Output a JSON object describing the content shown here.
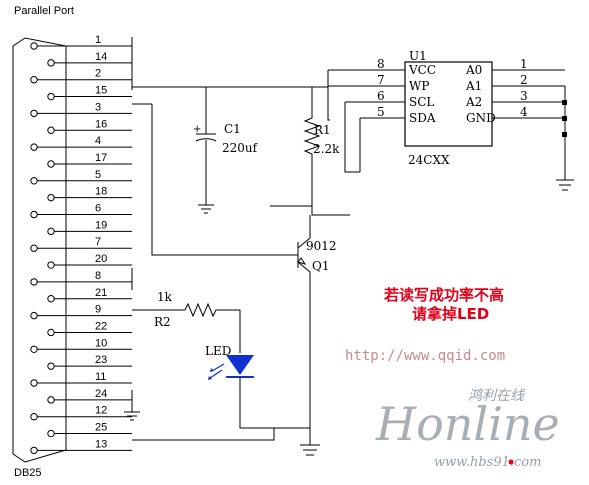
{
  "port": {
    "title": "Parallel Port",
    "connector": "DB25",
    "pins_left": [
      "1",
      "2",
      "3",
      "4",
      "5",
      "6",
      "7",
      "8",
      "9",
      "10",
      "11",
      "12",
      "13"
    ],
    "pins_right": [
      "14",
      "15",
      "16",
      "17",
      "18",
      "19",
      "20",
      "21",
      "22",
      "23",
      "24",
      "25"
    ]
  },
  "chip": {
    "ref": "U1",
    "part": "24CXX",
    "left_pins": [
      {
        "num": "8",
        "name": "VCC"
      },
      {
        "num": "7",
        "name": "WP"
      },
      {
        "num": "6",
        "name": "SCL"
      },
      {
        "num": "5",
        "name": "SDA"
      }
    ],
    "right_pins": [
      {
        "num": "1",
        "name": "A0"
      },
      {
        "num": "2",
        "name": "A1"
      },
      {
        "num": "3",
        "name": "A2"
      },
      {
        "num": "4",
        "name": "GND"
      }
    ]
  },
  "parts": {
    "c1_ref": "C1",
    "c1_val": "220uf",
    "r1_ref": "R1",
    "r1_val": "2.2k",
    "r2_val": "1k",
    "r2_ref": "R2",
    "q1_type": "9012",
    "q1_ref": "Q1",
    "led": "LED"
  },
  "note": {
    "line1": "若读写成功率不高",
    "line2": "请拿掉LED"
  },
  "url": "http://www.qqid.com",
  "watermark": {
    "chinese": "鸿利在线",
    "brand": "Honline",
    "site": "www.hbs91.com"
  },
  "colors": {
    "wire": "#000000",
    "led": "#1030d0",
    "note": "#e0001a",
    "url": "#c98a8a",
    "watermark": "#9aa0a8"
  }
}
